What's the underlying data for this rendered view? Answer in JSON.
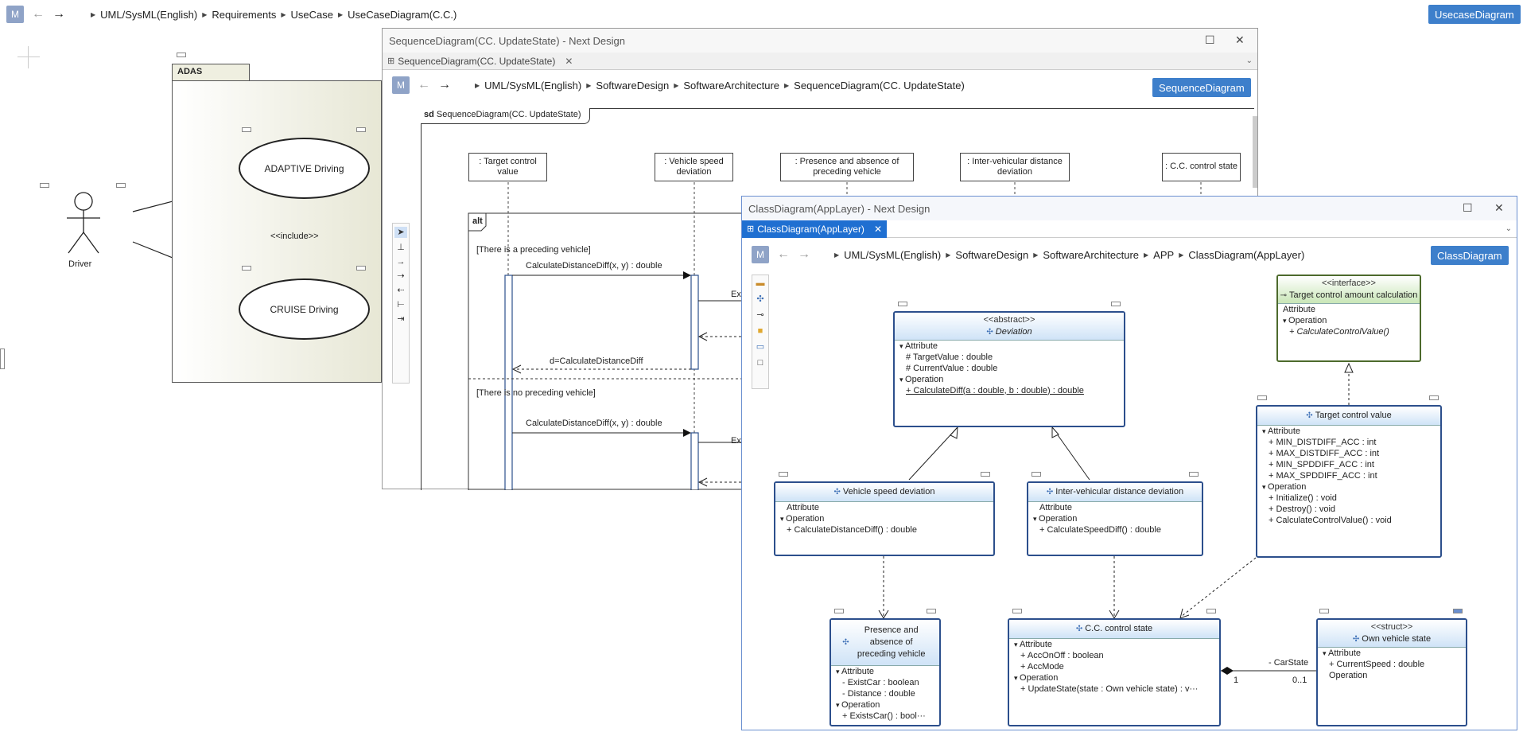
{
  "main": {
    "m_label": "M",
    "breadcrumb": [
      "UML/SysML(English)",
      "Requirements",
      "UseCase",
      "UseCaseDiagram(C.C.)"
    ],
    "view_button": "UsecaseDiagram"
  },
  "usecase": {
    "package": "ADAS",
    "actor": "Driver",
    "uc1": "ADAPTIVE Driving",
    "uc2": "CRUISE Driving",
    "include": "<<include>>"
  },
  "seq": {
    "title": "SequenceDiagram(CC. UpdateState) - Next Design",
    "tab": "SequenceDiagram(CC. UpdateState)",
    "m_label": "M",
    "breadcrumb": [
      "UML/SysML(English)",
      "SoftwareDesign",
      "SoftwareArchitecture",
      "SequenceDiagram(CC. UpdateState)"
    ],
    "view_button": "SequenceDiagram",
    "frame_kw": "sd",
    "frame_name": "SequenceDiagram(CC. UpdateState)",
    "lifelines": [
      ": Target control value",
      ": Vehicle speed deviation",
      ": Presence and absence of preceding vehicle",
      ": Inter-vehicular distance deviation",
      ": C.C. control state"
    ],
    "alt": "alt",
    "guard1": "[There is a preceding vehicle]",
    "guard2": "[There is no preceding vehicle]",
    "msg1": "CalculateDistanceDiff(x, y) : double",
    "msg2": "d=CalculateDistanceDiff",
    "msg3": "CalculateDistanceDiff(x, y) : double",
    "exi1": "Exi",
    "exi2": "Exi"
  },
  "cls": {
    "title": "ClassDiagram(AppLayer) - Next Design",
    "tab": "ClassDiagram(AppLayer)",
    "m_label": "M",
    "breadcrumb": [
      "UML/SysML(English)",
      "SoftwareDesign",
      "SoftwareArchitecture",
      "APP",
      "ClassDiagram(AppLayer)"
    ],
    "view_button": "ClassDiagram",
    "deviation": {
      "st": "<<abstract>>",
      "name": "Deviation",
      "attr": "Attribute",
      "a1": "# TargetValue : double",
      "a2": "# CurrentValue : double",
      "op": "Operation",
      "o1": "+ CalculateDiff(a : double, b : double) : double"
    },
    "iface": {
      "st": "<<interface>>",
      "name": "Target control amount calculation",
      "attr": "Attribute",
      "op": "Operation",
      "o1": "+ CalculateControlValue()"
    },
    "tcv": {
      "name": "Target control value",
      "attr": "Attribute",
      "a1": "+ MIN_DISTDIFF_ACC : int",
      "a2": "+ MAX_DISTDIFF_ACC : int",
      "a3": "+ MIN_SPDDIFF_ACC : int",
      "a4": "+ MAX_SPDDIFF_ACC : int",
      "op": "Operation",
      "o1": "+ Initialize() : void",
      "o2": "+ Destroy() : void",
      "o3": "+ CalculateControlValue() : void"
    },
    "vsd": {
      "name": "Vehicle speed deviation",
      "attr": "Attribute",
      "op": "Operation",
      "o1": "+ CalculateDistanceDiff() : double"
    },
    "ivd": {
      "name": "Inter-vehicular distance deviation",
      "attr": "Attribute",
      "op": "Operation",
      "o1": "+ CalculateSpeedDiff() : double"
    },
    "pap": {
      "name": "Presence and absence of preceding vehicle",
      "attr": "Attribute",
      "a1": "- ExistCar : boolean",
      "a2": "- Distance : double",
      "op": "Operation",
      "o1": "+ ExistsCar() : bool···"
    },
    "ccs": {
      "name": "C.C. control state",
      "attr": "Attribute",
      "a1": "+ AccOnOff : boolean",
      "a2": "+ AccMode",
      "op": "Operation",
      "o1": "+ UpdateState(state : Own vehicle state) : v···"
    },
    "ovs": {
      "st": "<<struct>>",
      "name": "Own vehicle state",
      "attr": "Attribute",
      "a1": "+ CurrentSpeed : double",
      "op": "Operation"
    },
    "assoc_role": "- CarState",
    "mult1": "1",
    "mult2": "0..1"
  }
}
